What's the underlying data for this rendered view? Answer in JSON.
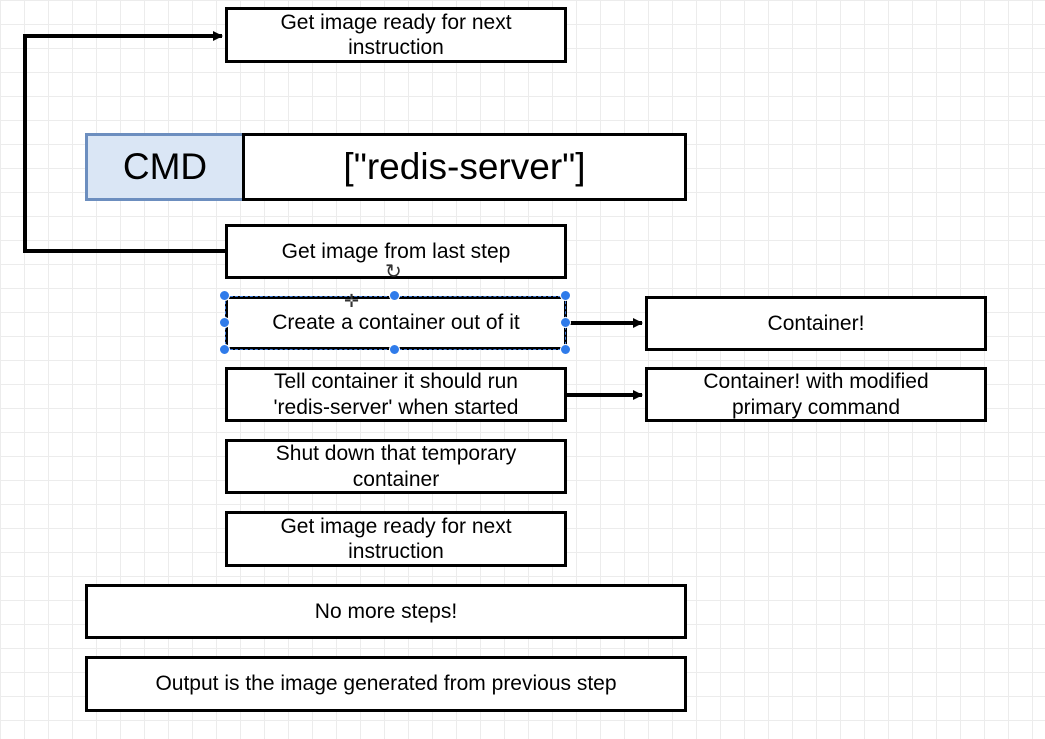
{
  "boxes": {
    "ready_top": "Get image ready for next\ninstruction",
    "cmd_keyword": "CMD",
    "cmd_value": "[\"redis-server\"]",
    "get_image": "Get image from last step",
    "create_container": "Create a container out of it",
    "container": "Container!",
    "tell_container": "Tell container it should run\n'redis-server' when started",
    "container_modified": "Container! with modified\nprimary command",
    "shut_down": "Shut down that temporary\ncontainer",
    "ready_bottom": "Get image ready for next\ninstruction",
    "no_more_steps": "No more steps!",
    "output": "Output is the image generated from previous step"
  },
  "colors": {
    "cmd_fill": "#dae6f5",
    "cmd_border": "#6c8ebf",
    "selection": "#2f7bea"
  },
  "icons": [
    "rotate-icon",
    "move-icon"
  ]
}
